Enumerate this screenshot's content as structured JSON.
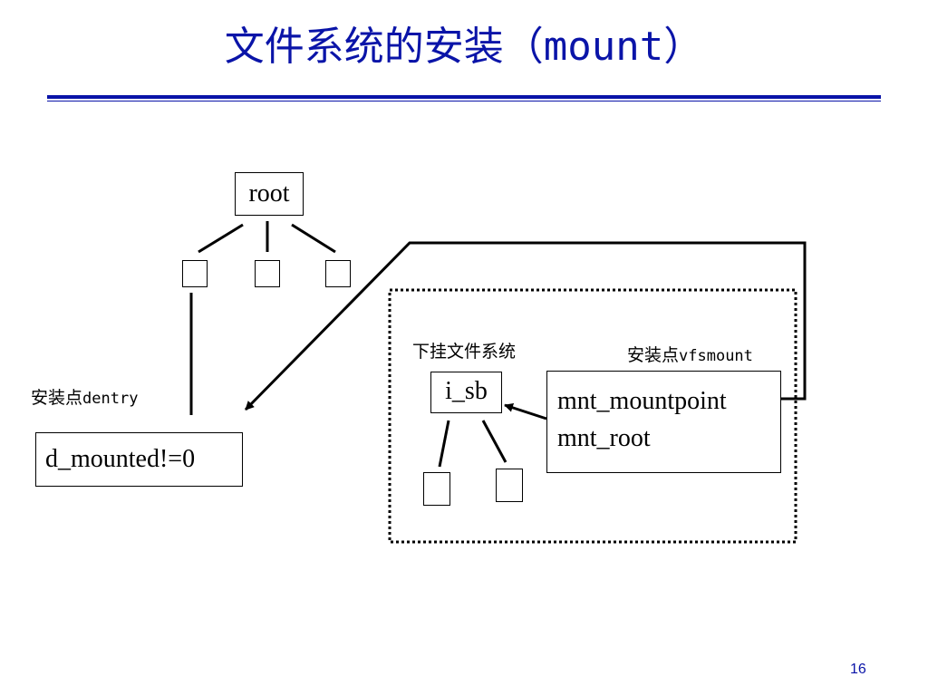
{
  "slide": {
    "title_cn": "文件系统的安装（",
    "title_code": "mount",
    "title_close": "）",
    "page_number": "16"
  },
  "diagram": {
    "root_label": "root",
    "dentry_box": "d_mounted!=0",
    "dentry_label_cn": "安装点",
    "dentry_label_code": "dentry",
    "sb_label": "下挂文件系统",
    "sb_box": "i_sb",
    "vfsmount_label_cn": "安装点",
    "vfsmount_label_code": "vfsmount",
    "vfsmount_field_1": "mnt_mountpoint",
    "vfsmount_field_2": "mnt_root"
  }
}
